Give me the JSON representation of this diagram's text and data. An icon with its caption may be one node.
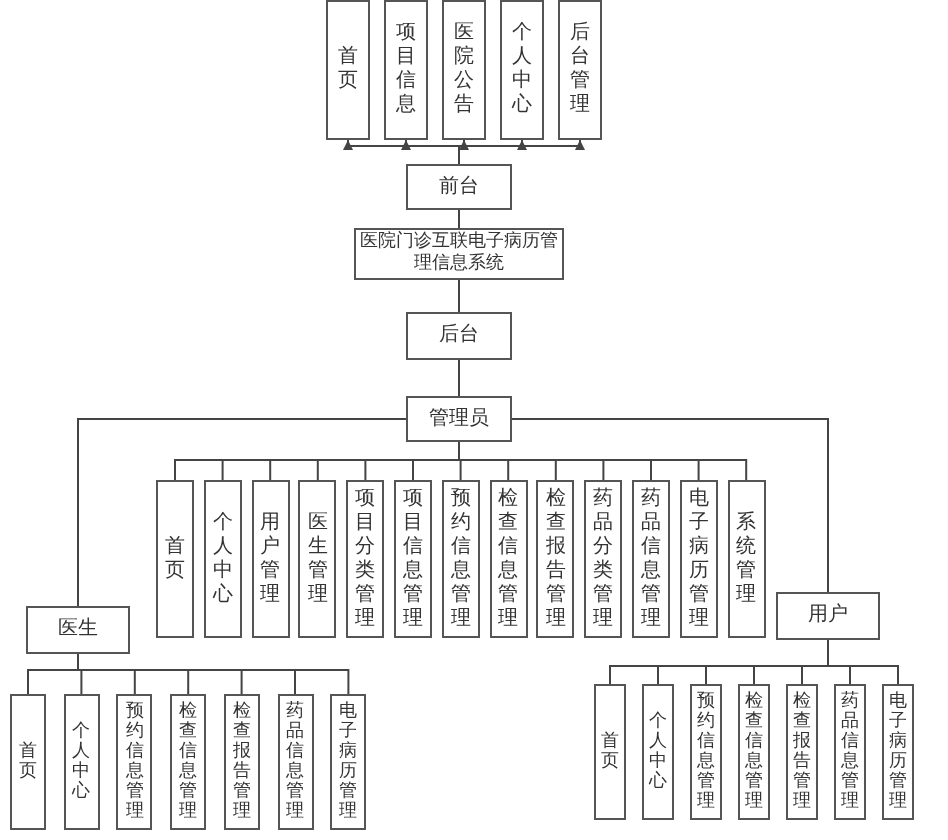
{
  "diagram": {
    "nodes": [
      {
        "text": [
          "首页"
        ]
      },
      {
        "text": [
          "项目信息"
        ]
      },
      {
        "text": [
          "医院公告"
        ]
      },
      {
        "text": [
          "个人中心"
        ]
      },
      {
        "text": [
          "后台管理"
        ]
      },
      {
        "text": [
          "前台"
        ]
      },
      {
        "text": [
          "医院门诊互联电子病历管理信息系统"
        ]
      },
      {
        "text": [
          "后台"
        ]
      },
      {
        "text": [
          "管理员"
        ]
      },
      {
        "text": [
          "首页"
        ]
      },
      {
        "text": [
          "个人中心"
        ]
      },
      {
        "text": [
          "用户管理"
        ]
      },
      {
        "text": [
          "医生管理"
        ]
      },
      {
        "text": [
          "项目分类管理"
        ]
      },
      {
        "text": [
          "项目信息管理"
        ]
      },
      {
        "text": [
          "预约信息管理"
        ]
      },
      {
        "text": [
          "检查信息管理"
        ]
      },
      {
        "text": [
          "检查报告管理"
        ]
      },
      {
        "text": [
          "药品分类管理"
        ]
      },
      {
        "text": [
          "药品信息管理"
        ]
      },
      {
        "text": [
          "电子病历管理"
        ]
      },
      {
        "text": [
          "系统管理"
        ]
      },
      {
        "text": [
          "医生"
        ]
      },
      {
        "text": [
          "首页"
        ]
      },
      {
        "text": [
          "个人中心"
        ]
      },
      {
        "text": [
          "预约信息管理"
        ]
      },
      {
        "text": [
          "检查信息管理"
        ]
      },
      {
        "text": [
          "检查报告管理"
        ]
      },
      {
        "text": [
          "药品信息管理"
        ]
      },
      {
        "text": [
          "电子病历管理"
        ]
      },
      {
        "text": [
          "用户"
        ]
      },
      {
        "text": [
          "首页"
        ]
      },
      {
        "text": [
          "个人中心"
        ]
      },
      {
        "text": [
          "预约信息管理"
        ]
      },
      {
        "text": [
          "检查信息管理"
        ]
      },
      {
        "text": [
          "检查报告管理"
        ]
      },
      {
        "text": [
          "药品信息管理"
        ]
      },
      {
        "text": [
          "电子病历管理"
        ]
      }
    ],
    "edges": [
      {
        "from": 5,
        "to": 0,
        "arrow": "to"
      },
      {
        "from": 5,
        "to": 1,
        "arrow": "to"
      },
      {
        "from": 5,
        "to": 2,
        "arrow": "to"
      },
      {
        "from": 5,
        "to": 3,
        "arrow": "to"
      },
      {
        "from": 5,
        "to": 4,
        "arrow": "to"
      },
      {
        "from": 5,
        "to": 6,
        "arrow": "none"
      },
      {
        "from": 6,
        "to": 7,
        "arrow": "none"
      },
      {
        "from": 7,
        "to": 8,
        "arrow": "none"
      },
      {
        "from": 8,
        "to": 9,
        "arrow": "none"
      },
      {
        "from": 8,
        "to": 10,
        "arrow": "none"
      },
      {
        "from": 8,
        "to": 11,
        "arrow": "none"
      },
      {
        "from": 8,
        "to": 12,
        "arrow": "none"
      },
      {
        "from": 8,
        "to": 13,
        "arrow": "none"
      },
      {
        "from": 8,
        "to": 14,
        "arrow": "none"
      },
      {
        "from": 8,
        "to": 15,
        "arrow": "none"
      },
      {
        "from": 8,
        "to": 16,
        "arrow": "none"
      },
      {
        "from": 8,
        "to": 17,
        "arrow": "none"
      },
      {
        "from": 8,
        "to": 18,
        "arrow": "none"
      },
      {
        "from": 8,
        "to": 19,
        "arrow": "none"
      },
      {
        "from": 8,
        "to": 20,
        "arrow": "none"
      },
      {
        "from": 8,
        "to": 21,
        "arrow": "none"
      },
      {
        "from": 8,
        "to": 22,
        "arrow": "none"
      },
      {
        "from": 8,
        "to": 30,
        "arrow": "none"
      },
      {
        "from": 22,
        "to": 23,
        "arrow": "none"
      },
      {
        "from": 22,
        "to": 24,
        "arrow": "none"
      },
      {
        "from": 22,
        "to": 25,
        "arrow": "none"
      },
      {
        "from": 22,
        "to": 26,
        "arrow": "none"
      },
      {
        "from": 22,
        "to": 27,
        "arrow": "none"
      },
      {
        "from": 22,
        "to": 28,
        "arrow": "none"
      },
      {
        "from": 22,
        "to": 29,
        "arrow": "none"
      },
      {
        "from": 30,
        "to": 31,
        "arrow": "none"
      },
      {
        "from": 30,
        "to": 32,
        "arrow": "none"
      },
      {
        "from": 30,
        "to": 33,
        "arrow": "none"
      },
      {
        "from": 30,
        "to": 34,
        "arrow": "none"
      },
      {
        "from": 30,
        "to": 35,
        "arrow": "none"
      },
      {
        "from": 30,
        "to": 36,
        "arrow": "none"
      },
      {
        "from": 30,
        "to": 37,
        "arrow": "none"
      }
    ]
  }
}
